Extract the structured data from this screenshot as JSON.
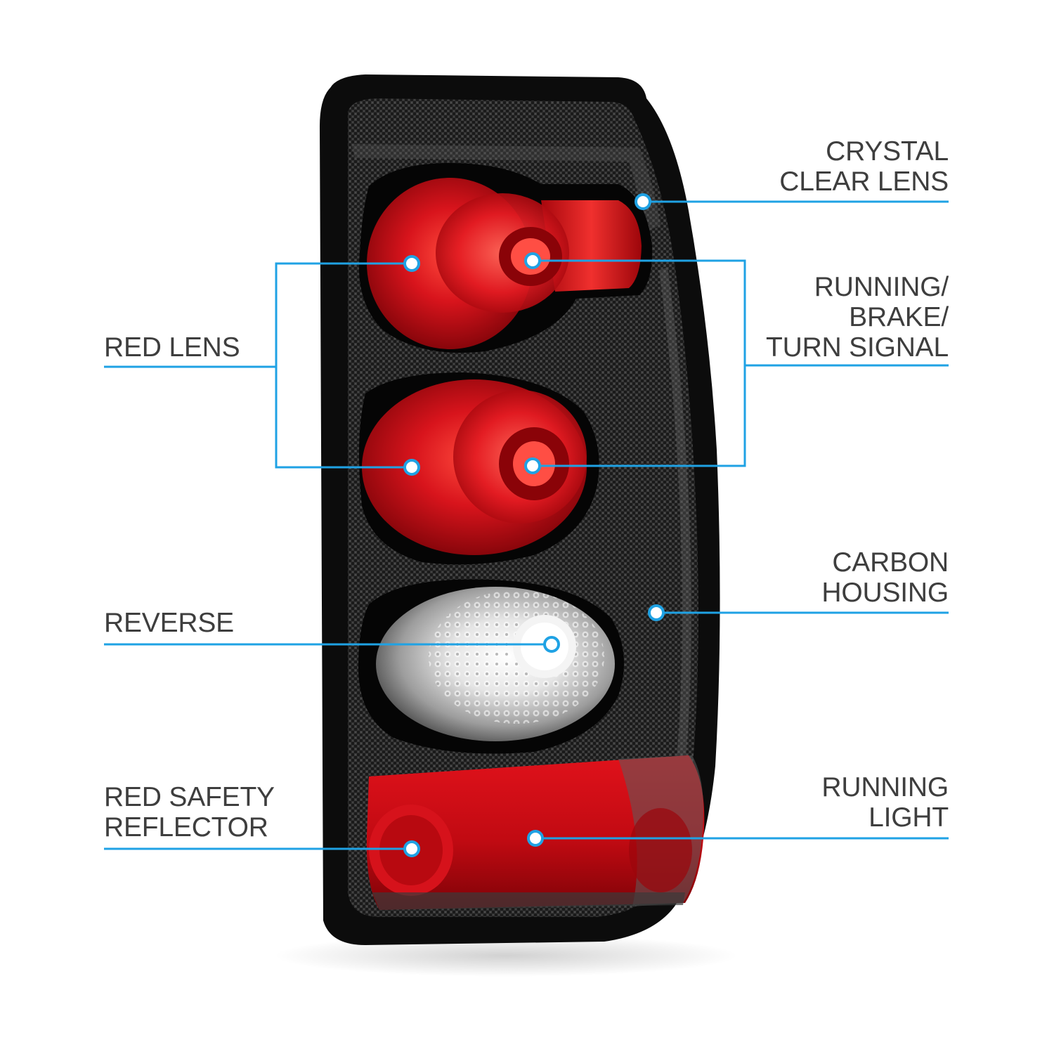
{
  "accent_color": "#1fa2e4",
  "product": {
    "housing_color": "#131313",
    "lens_red": "#c40d14",
    "icon": "tail-light-assembly"
  },
  "callouts": {
    "crystal_clear_lens": {
      "lines": [
        "CRYSTAL",
        "CLEAR LENS"
      ]
    },
    "red_lens": {
      "lines": [
        "RED LENS"
      ]
    },
    "running_brake_turn": {
      "lines": [
        "RUNNING/",
        "BRAKE/",
        "TURN SIGNAL"
      ]
    },
    "carbon_housing": {
      "lines": [
        "CARBON",
        "HOUSING"
      ]
    },
    "reverse": {
      "lines": [
        "REVERSE"
      ]
    },
    "red_safety_reflector": {
      "lines": [
        "RED SAFETY",
        "REFLECTOR"
      ]
    },
    "running_light": {
      "lines": [
        "RUNNING",
        "LIGHT"
      ]
    }
  }
}
